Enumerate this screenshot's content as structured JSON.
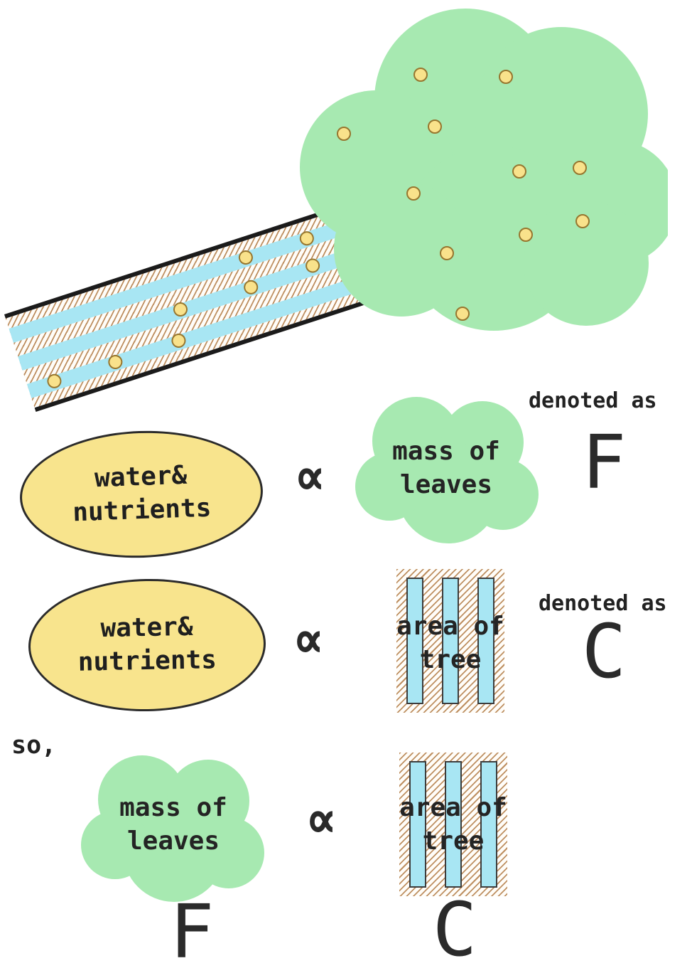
{
  "figure": {
    "rows": [
      {
        "left": {
          "line1": "water&",
          "line2": "nutrients"
        },
        "operator": "∝",
        "right": {
          "line1": "mass of",
          "line2": "leaves"
        },
        "note": "denoted as",
        "symbol": "F"
      },
      {
        "left": {
          "line1": "water&",
          "line2": "nutrients"
        },
        "operator": "∝",
        "right": {
          "line1": "area of",
          "line2": "tree"
        },
        "note": "denoted as",
        "symbol": "C"
      }
    ],
    "conclusion": {
      "intro": "so,",
      "left": {
        "line1": "mass of",
        "line2": "leaves"
      },
      "operator": "∝",
      "right": {
        "line1": "area of",
        "line2": "tree"
      },
      "left_symbol": "F",
      "right_symbol": "C"
    }
  },
  "colors": {
    "canopy_green": "#a7e9b1",
    "nutrient_yellow": "#f9e28b",
    "bubble_yellow": "#f8e48d",
    "xylem_blue": "#a8e6f3",
    "bark_brown": "#b5804a",
    "ink": "#1f1f1f"
  }
}
